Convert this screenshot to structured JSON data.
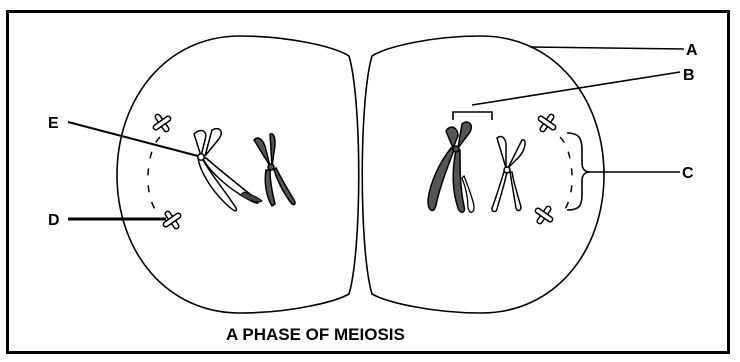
{
  "caption": "A PHASE OF MEIOSIS",
  "labels": {
    "a": "A",
    "b": "B",
    "c": "C",
    "d": "D",
    "e": "E"
  }
}
